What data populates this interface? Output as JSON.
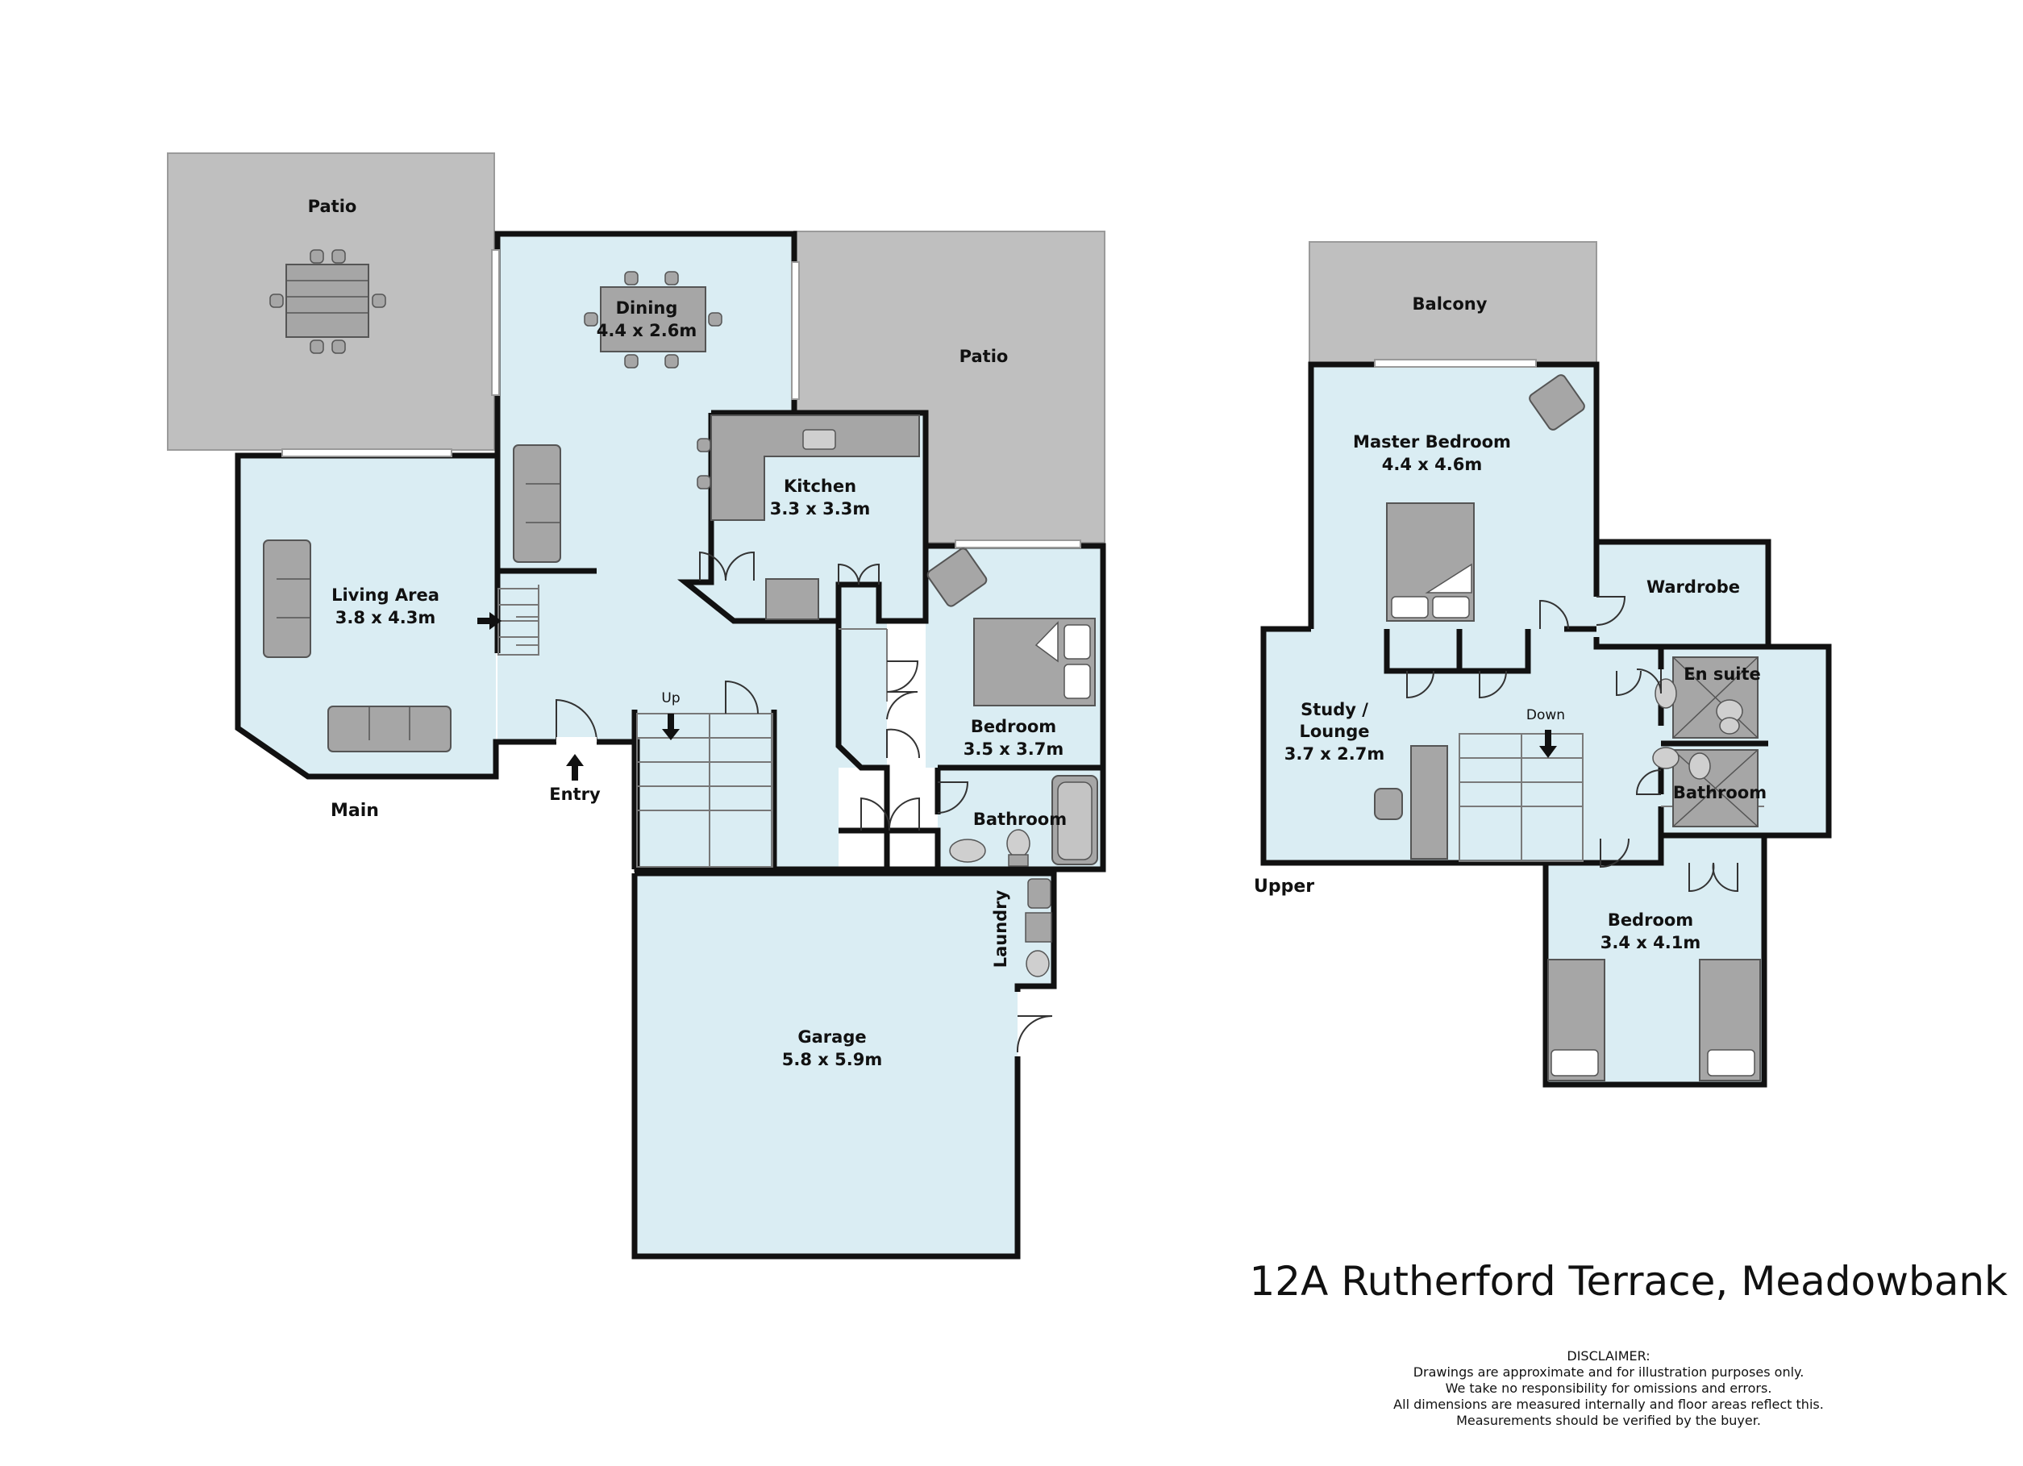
{
  "floors": {
    "main": "Main",
    "upper": "Upper"
  },
  "rooms": {
    "patio_left": {
      "name": "Patio"
    },
    "patio_right": {
      "name": "Patio"
    },
    "dining": {
      "name": "Dining",
      "size": "4.4 x 2.6m"
    },
    "kitchen": {
      "name": "Kitchen",
      "size": "3.3 x 3.3m"
    },
    "living": {
      "name": "Living Area",
      "size": "3.8 x 4.3m"
    },
    "bedroom_main": {
      "name": "Bedroom",
      "size": "3.5 x 3.7m"
    },
    "bathroom_main": {
      "name": "Bathroom"
    },
    "laundry": {
      "name": "Laundry"
    },
    "garage": {
      "name": "Garage",
      "size": "5.8 x 5.9m"
    },
    "balcony": {
      "name": "Balcony"
    },
    "master": {
      "name": "Master Bedroom",
      "size": "4.4 x 4.6m"
    },
    "wardrobe": {
      "name": "Wardrobe"
    },
    "ensuite": {
      "name": "En suite"
    },
    "bathroom_upper": {
      "name": "Bathroom"
    },
    "study": {
      "name_line1": "Study /",
      "name_line2": "Lounge",
      "size": "3.7 x 2.7m"
    },
    "bedroom_upper": {
      "name": "Bedroom",
      "size": "3.4 x 4.1m"
    }
  },
  "labels": {
    "entry": "Entry",
    "up": "Up",
    "down": "Down"
  },
  "address": "12A Rutherford Terrace, Meadowbank",
  "disclaimer": {
    "title": "DISCLAIMER:",
    "lines": [
      "Drawings are approximate and for illustration purposes only.",
      "We take no responsibility for omissions and errors.",
      "All dimensions are measured internally and floor areas reflect this.",
      "Measurements should be verified by the buyer."
    ]
  },
  "colors": {
    "floor": "#daedf3",
    "patio": "#bfbfbf",
    "wall": "#111111",
    "furniture": "#a6a6a6"
  }
}
